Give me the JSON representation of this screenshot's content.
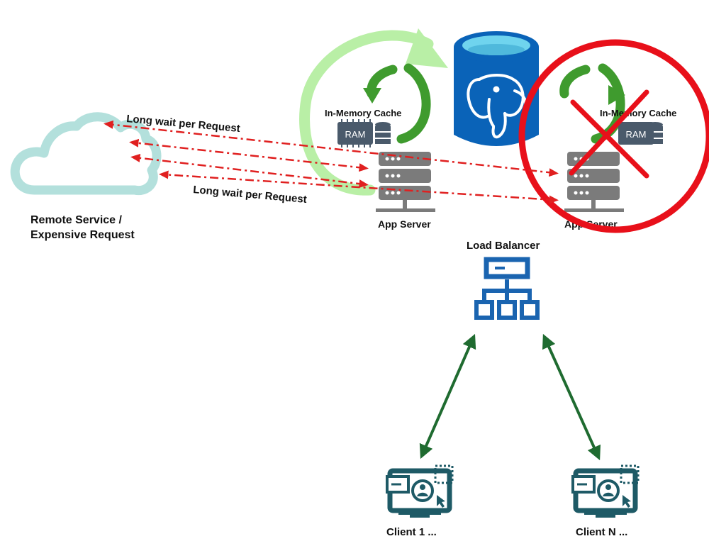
{
  "remote_service": {
    "label_line1": "Remote Service /",
    "label_line2": "Expensive Request"
  },
  "requests": {
    "top_label": "Long wait per Request",
    "bottom_label": "Long wait per Request"
  },
  "app_server_1": {
    "label": "App Server",
    "cache_label": "In-Memory Cache",
    "ram_label": "RAM"
  },
  "app_server_2": {
    "label": "App Server",
    "cache_label": "In-Memory Cache",
    "ram_label": "RAM",
    "status": "failed"
  },
  "load_balancer": {
    "label": "Load Balancer"
  },
  "clients": [
    {
      "label": "Client 1 ..."
    },
    {
      "label": "Client N ..."
    }
  ],
  "colors": {
    "cloud": "#b3e0dc",
    "server": "#7b7b7b",
    "ram_chip": "#4a5a6b",
    "database_blue": "#0a63b8",
    "database_top": "#6fd4ee",
    "cache_arrow": "#3f9b2e",
    "db_arc_arrow": "#b9efa6",
    "request_arrow": "#e02020",
    "failure_mark": "#e8101a",
    "load_balancer": "#1a64b0",
    "client": "#1e5a66",
    "client_link": "#1f6b30"
  },
  "icons": {
    "cloud": "cloud-icon",
    "server": "server-icon",
    "ram": "ram-chip-icon",
    "database": "postgresql-database-icon",
    "load_balancer": "network-hierarchy-icon",
    "client": "monitor-user-icon",
    "failure": "prohibited-x-icon"
  }
}
